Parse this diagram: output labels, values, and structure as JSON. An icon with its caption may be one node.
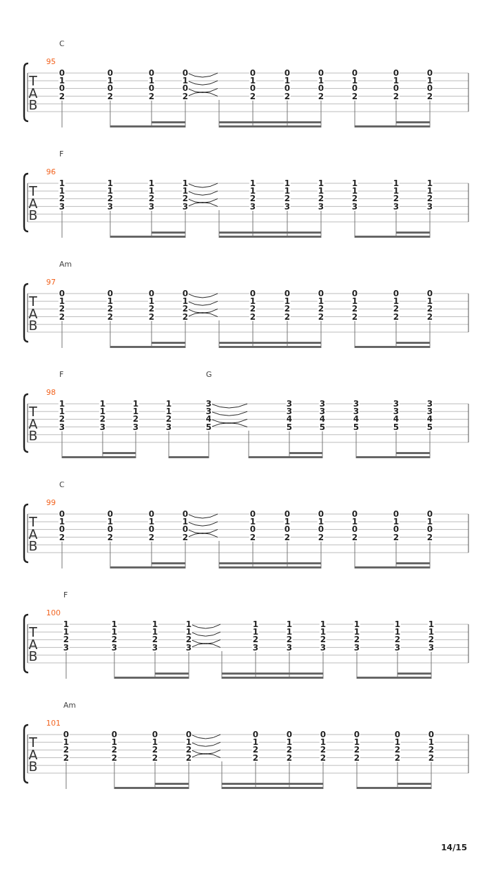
{
  "diagram": {
    "labels": [
      "C",
      "95",
      "T",
      "A",
      "B",
      "0",
      "0",
      "0",
      "0",
      "0",
      "0",
      "0",
      "0",
      "0",
      "0",
      "1",
      "1",
      "1",
      "1",
      "1",
      "1",
      "1",
      "1",
      "1",
      "1",
      "0",
      "0",
      "0",
      "0",
      "0",
      "0",
      "0",
      "0",
      "0",
      "0",
      "2",
      "2",
      "2",
      "2",
      "2",
      "2",
      "2",
      "2",
      "2",
      "2",
      "F",
      "96",
      "T",
      "A",
      "B",
      "1",
      "1",
      "1",
      "1",
      "1",
      "1",
      "1",
      "1",
      "1",
      "1",
      "1",
      "1",
      "1",
      "1",
      "1",
      "1",
      "1",
      "1",
      "1",
      "1",
      "2",
      "2",
      "2",
      "2",
      "2",
      "2",
      "2",
      "2",
      "2",
      "2",
      "3",
      "3",
      "3",
      "3",
      "3",
      "3",
      "3",
      "3",
      "3",
      "3",
      "Am",
      "97",
      "T",
      "A",
      "B",
      "0",
      "0",
      "0",
      "0",
      "0",
      "0",
      "0",
      "0",
      "0",
      "0",
      "1",
      "1",
      "1",
      "1",
      "1",
      "1",
      "1",
      "1",
      "1",
      "1",
      "2",
      "2",
      "2",
      "2",
      "2",
      "2",
      "2",
      "2",
      "2",
      "2",
      "2",
      "2",
      "2",
      "2",
      "2",
      "2",
      "2",
      "2",
      "2",
      "2",
      "F",
      "G",
      "98",
      "T",
      "A",
      "B",
      "1",
      "1",
      "1",
      "1",
      "3",
      "3",
      "3",
      "3",
      "3",
      "3",
      "1",
      "1",
      "1",
      "1",
      "3",
      "3",
      "3",
      "3",
      "3",
      "3",
      "2",
      "2",
      "2",
      "2",
      "4",
      "4",
      "4",
      "4",
      "4",
      "4",
      "3",
      "3",
      "3",
      "3",
      "5",
      "5",
      "5",
      "5",
      "5",
      "5",
      "C",
      "99",
      "T",
      "A",
      "B",
      "0",
      "0",
      "0",
      "0",
      "0",
      "0",
      "0",
      "0",
      "0",
      "0",
      "1",
      "1",
      "1",
      "1",
      "1",
      "1",
      "1",
      "1",
      "1",
      "1",
      "0",
      "0",
      "0",
      "0",
      "0",
      "0",
      "0",
      "0",
      "0",
      "0",
      "2",
      "2",
      "2",
      "2",
      "2",
      "2",
      "2",
      "2",
      "2",
      "2",
      "F",
      "100",
      "T",
      "A",
      "B",
      "1",
      "1",
      "1",
      "1",
      "1",
      "1",
      "1",
      "1",
      "1",
      "1",
      "1",
      "1",
      "1",
      "1",
      "1",
      "1",
      "1",
      "1",
      "1",
      "1",
      "2",
      "2",
      "2",
      "2",
      "2",
      "2",
      "2",
      "2",
      "2",
      "2",
      "3",
      "3",
      "3",
      "3",
      "3",
      "3",
      "3",
      "3",
      "3",
      "3",
      "Am",
      "101",
      "T",
      "A",
      "B",
      "0",
      "0",
      "0",
      "0",
      "0",
      "0",
      "0",
      "0",
      "0",
      "0",
      "1",
      "1",
      "1",
      "1",
      "1",
      "1",
      "1",
      "1",
      "1",
      "1",
      "2",
      "2",
      "2",
      "2",
      "2",
      "2",
      "2",
      "2",
      "2",
      "2",
      "2",
      "2",
      "2",
      "2",
      "2",
      "2",
      "2",
      "2",
      "2",
      "2",
      "14/15"
    ]
  }
}
